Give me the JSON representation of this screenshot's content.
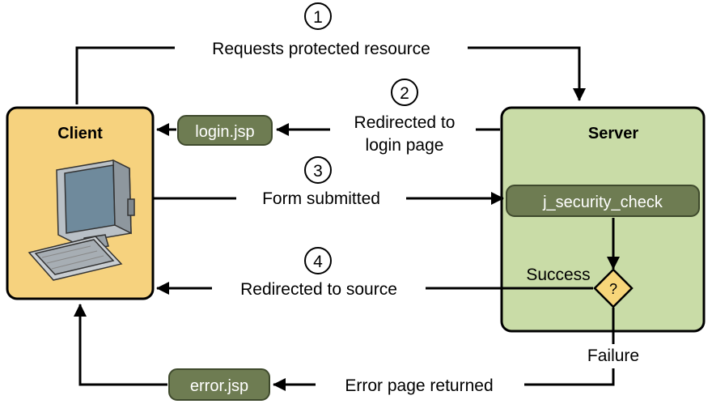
{
  "client": {
    "title": "Client"
  },
  "server": {
    "title": "Server",
    "check_label": "j_security_check"
  },
  "pages": {
    "login": "login.jsp",
    "error": "error.jsp"
  },
  "steps": [
    {
      "number": "1",
      "label": "Requests protected resource"
    },
    {
      "number": "2",
      "label_line1": "Redirected to",
      "label_line2": "login page"
    },
    {
      "number": "3",
      "label": "Form submitted"
    },
    {
      "number": "4",
      "label": "Redirected to source"
    }
  ],
  "decision": {
    "symbol": "?",
    "success": "Success",
    "failure": "Failure"
  },
  "error_flow": {
    "label": "Error page returned"
  },
  "colors": {
    "client_fill": "#f6d27e",
    "server_fill": "#c9dca7",
    "pill_fill": "#6e7c52",
    "pill_stroke": "#3f4a2d",
    "decision_fill": "#f7d67a",
    "line": "#000000"
  },
  "icons": {
    "client_device": "desktop-computer-icon"
  }
}
